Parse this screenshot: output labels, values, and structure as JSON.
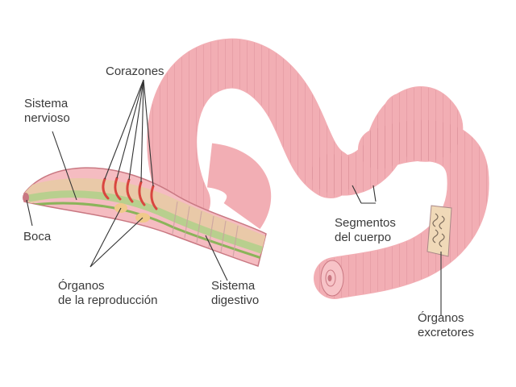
{
  "labels": {
    "corazones": "Corazones",
    "sistema_nervioso": [
      "Sistema",
      "nervioso"
    ],
    "boca": "Boca",
    "organos_reproduccion": [
      "Órganos",
      "de la reproducción"
    ],
    "sistema_digestivo": [
      "Sistema",
      "digestivo"
    ],
    "segmentos": [
      "Segmentos",
      "del cuerpo"
    ],
    "organos_excretores": [
      "Órganos",
      "excretores"
    ]
  },
  "colors": {
    "body": "#f2aeb4",
    "body_dark": "#d9848f",
    "body_light": "#fbd6d9",
    "heart": "#d9463f",
    "nerve": "#8bb45a",
    "gut": "#b8cf8e",
    "line": "#333333"
  }
}
